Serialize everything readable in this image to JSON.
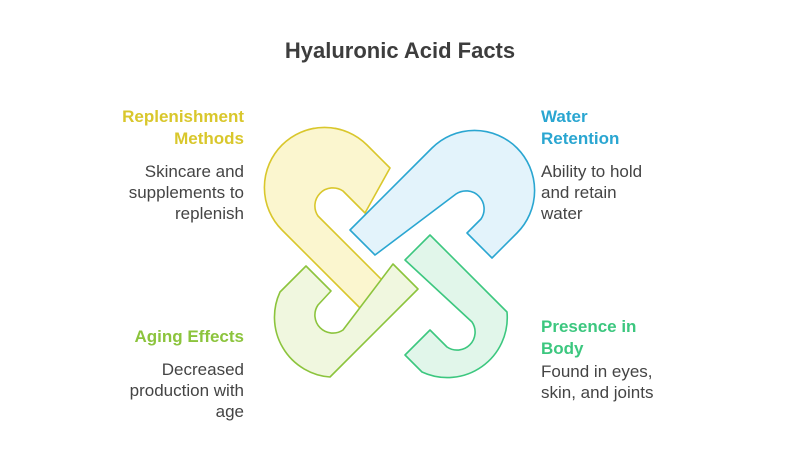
{
  "title": "Hyaluronic Acid Facts",
  "colors": {
    "yellow": "#d9c72c",
    "blue": "#2aa6d1",
    "lime": "#8cc43d",
    "green": "#3cc77f"
  },
  "facts": {
    "top_left": {
      "heading_line1": "Replenishment",
      "heading_line2": "Methods",
      "desc_lines": [
        "Skincare and",
        "supplements to",
        "replenish"
      ]
    },
    "top_right": {
      "heading_line1": "Water",
      "heading_line2": "Retention",
      "desc_lines": [
        "Ability to hold",
        "and retain",
        "water"
      ]
    },
    "bottom_left": {
      "heading_line1": "Aging Effects",
      "desc_lines": [
        "Decreased",
        "production with",
        "age"
      ]
    },
    "bottom_right": {
      "heading_line1": "Presence in",
      "heading_line2": "Body",
      "desc_lines": [
        "Found in eyes,",
        "skin, and joints"
      ]
    }
  }
}
